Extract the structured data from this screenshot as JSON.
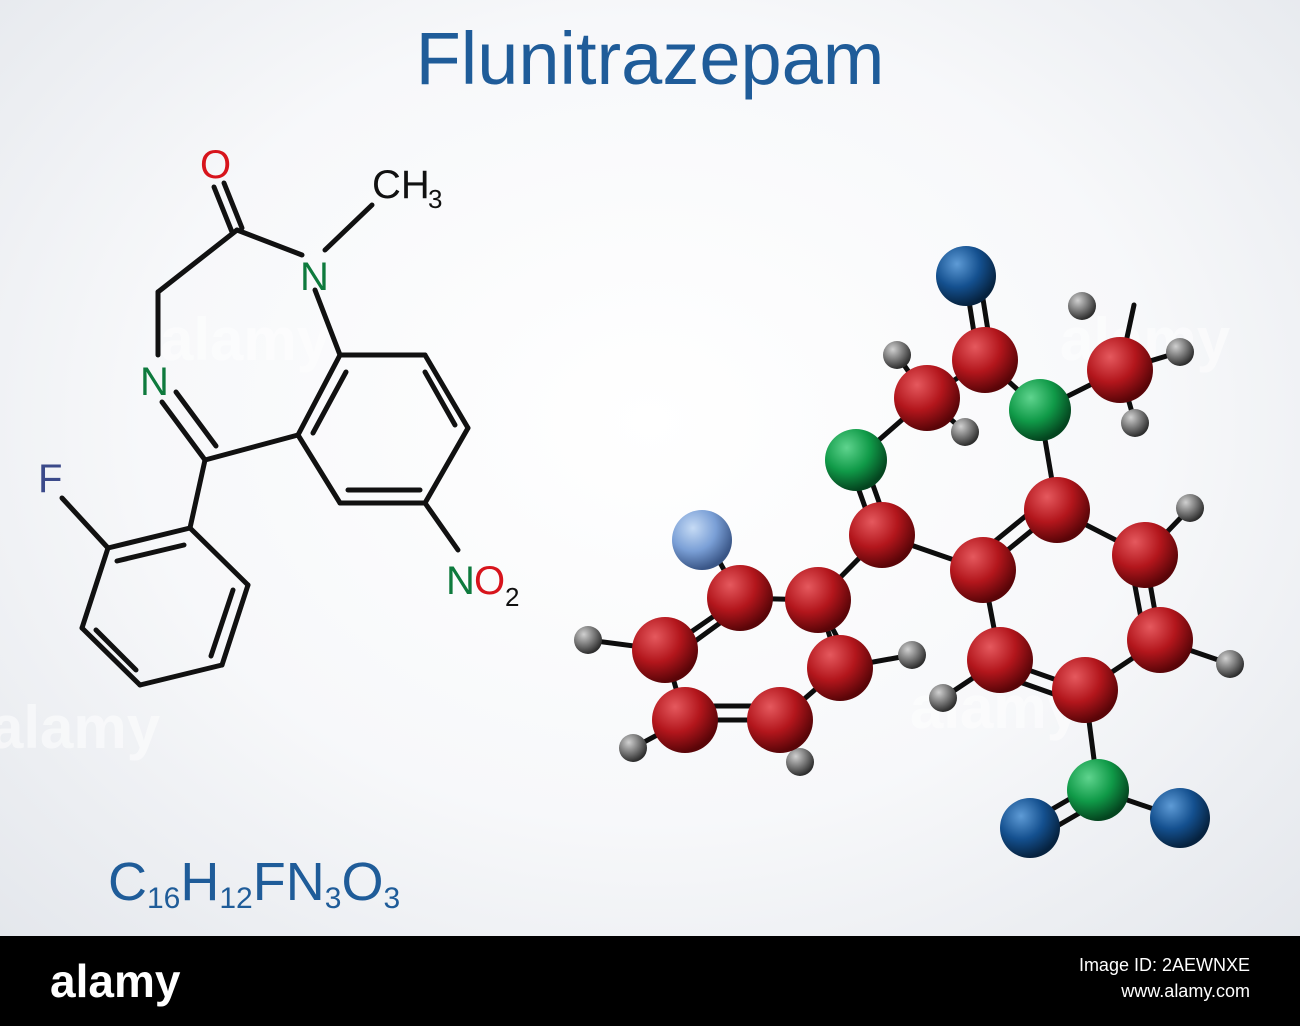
{
  "title": "Flunitrazepam",
  "structure_labels": {
    "oxygen": "O",
    "methyl": "CH",
    "methyl_sub": "3",
    "n1": "N",
    "n4": "N",
    "fluorine": "F",
    "nitro_n": "N",
    "nitro_o": "O",
    "nitro_sub": "2"
  },
  "formula": {
    "c": "C",
    "c_sub": "16",
    "h": "H",
    "h_sub": "12",
    "f": "F",
    "n": "N",
    "n_sub": "3",
    "o": "O",
    "o_sub": "3"
  },
  "watermark": "alamy",
  "footer": {
    "logo": "alamy",
    "image_id": "Image ID: 2AEWNXE",
    "site": "www.alamy.com"
  },
  "colors": {
    "title": "#1f5c99",
    "oxygen_label": "#d7141c",
    "nitrogen_label": "#0e7a3d",
    "fluorine_label": "#3b4a8a",
    "carbon_atom": "#b3161c",
    "nitrogen_atom": "#109a48",
    "oxygen_atom": "#14508f",
    "fluorine_atom": "#7a9fd6",
    "hydrogen_atom": "#666666"
  }
}
